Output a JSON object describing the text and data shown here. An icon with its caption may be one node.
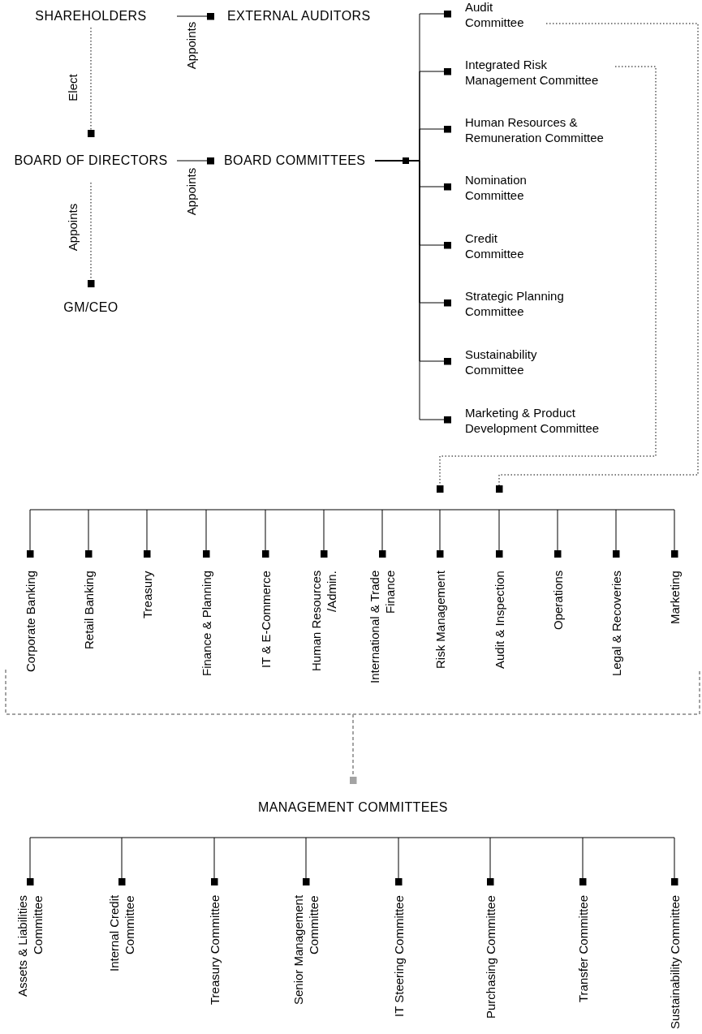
{
  "diagram": {
    "nodes": [
      {
        "text": [
          "SHAREHOLDERS"
        ]
      },
      {
        "text": [
          "EXTERNAL AUDITORS"
        ]
      },
      {
        "text": [
          "BOARD OF DIRECTORS"
        ]
      },
      {
        "text": [
          "BOARD COMMITTEES"
        ]
      },
      {
        "text": [
          "GM/CEO"
        ]
      },
      {
        "text": [
          "Audit Committee"
        ]
      },
      {
        "text": [
          "Integrated Risk Management Committee"
        ]
      },
      {
        "text": [
          "Human Resources & Remuneration Committee"
        ]
      },
      {
        "text": [
          "Nomination Committee"
        ]
      },
      {
        "text": [
          "Credit Committee"
        ]
      },
      {
        "text": [
          "Strategic Planning Committee"
        ]
      },
      {
        "text": [
          "Sustainability Committee"
        ]
      },
      {
        "text": [
          "Marketing & Product Development Committee"
        ]
      },
      {
        "text": [
          "Corporate Banking"
        ]
      },
      {
        "text": [
          "Retail Banking"
        ]
      },
      {
        "text": [
          "Treasury"
        ]
      },
      {
        "text": [
          "Finance & Planning"
        ]
      },
      {
        "text": [
          "IT & E-Commerce"
        ]
      },
      {
        "text": [
          "Human Resources /Admin."
        ]
      },
      {
        "text": [
          "International & Trade Finance"
        ]
      },
      {
        "text": [
          "Risk Management"
        ]
      },
      {
        "text": [
          "Audit & Inspection"
        ]
      },
      {
        "text": [
          "Operations"
        ]
      },
      {
        "text": [
          "Legal & Recoveries"
        ]
      },
      {
        "text": [
          "Marketing"
        ]
      },
      {
        "text": [
          "MANAGEMENT COMMITTEES"
        ]
      },
      {
        "text": [
          "Assets & Liabilities Committee"
        ]
      },
      {
        "text": [
          "Internal Credit Committee"
        ]
      },
      {
        "text": [
          "Treasury Committee"
        ]
      },
      {
        "text": [
          "Senior Management Committee"
        ]
      },
      {
        "text": [
          "IT Steering Committee"
        ]
      },
      {
        "text": [
          "Purchasing Committee"
        ]
      },
      {
        "text": [
          "Transfer Committee"
        ]
      },
      {
        "text": [
          "Sustainability Committee"
        ]
      },
      {
        "text": [],
        "shape": "bracket"
      }
    ],
    "edges": [
      {
        "from": 0,
        "to": 1,
        "arrow": "other",
        "label": "Appoints"
      },
      {
        "from": 0,
        "to": 2,
        "arrow": "other",
        "label": "Elect",
        "style": "dashed"
      },
      {
        "from": 2,
        "to": 3,
        "arrow": "other",
        "label": "Appoints"
      },
      {
        "from": 2,
        "to": 4,
        "arrow": "other",
        "label": "Appoints",
        "style": "dashed"
      },
      {
        "from": 3,
        "to": 5,
        "arrow": "other"
      },
      {
        "from": 3,
        "to": 6,
        "arrow": "other"
      },
      {
        "from": 3,
        "to": 7,
        "arrow": "other"
      },
      {
        "from": 3,
        "to": 8,
        "arrow": "other"
      },
      {
        "from": 3,
        "to": 9,
        "arrow": "other"
      },
      {
        "from": 3,
        "to": 10,
        "arrow": "other"
      },
      {
        "from": 3,
        "to": 11,
        "arrow": "other"
      },
      {
        "from": 3,
        "to": 12,
        "arrow": "other"
      },
      {
        "from": 5,
        "to": null,
        "arrow": "other",
        "style": "dashed"
      },
      {
        "from": 6,
        "to": null,
        "arrow": "other",
        "style": "dashed"
      },
      {
        "from": null,
        "to": 13,
        "arrow": "other"
      },
      {
        "from": null,
        "to": 14,
        "arrow": "other"
      },
      {
        "from": null,
        "to": 15,
        "arrow": "other"
      },
      {
        "from": null,
        "to": 16,
        "arrow": "other"
      },
      {
        "from": null,
        "to": 17,
        "arrow": "other"
      },
      {
        "from": null,
        "to": 18,
        "arrow": "other"
      },
      {
        "from": null,
        "to": 19,
        "arrow": "other"
      },
      {
        "from": null,
        "to": 20,
        "arrow": "other"
      },
      {
        "from": null,
        "to": 21,
        "arrow": "other"
      },
      {
        "from": null,
        "to": 22,
        "arrow": "other"
      },
      {
        "from": null,
        "to": 23,
        "arrow": "other"
      },
      {
        "from": null,
        "to": 24,
        "arrow": "other"
      },
      {
        "from": 34,
        "to": 25,
        "arrow": "other",
        "style": "dashed",
        "color": "#a3a3a3"
      },
      {
        "from": null,
        "to": 26,
        "arrow": "other"
      },
      {
        "from": null,
        "to": 27,
        "arrow": "other"
      },
      {
        "from": null,
        "to": 28,
        "arrow": "other"
      },
      {
        "from": null,
        "to": 29,
        "arrow": "other"
      },
      {
        "from": null,
        "to": 30,
        "arrow": "other"
      },
      {
        "from": null,
        "to": 31,
        "arrow": "other"
      },
      {
        "from": null,
        "to": 32,
        "arrow": "other"
      },
      {
        "from": null,
        "to": 33,
        "arrow": "other"
      }
    ]
  }
}
